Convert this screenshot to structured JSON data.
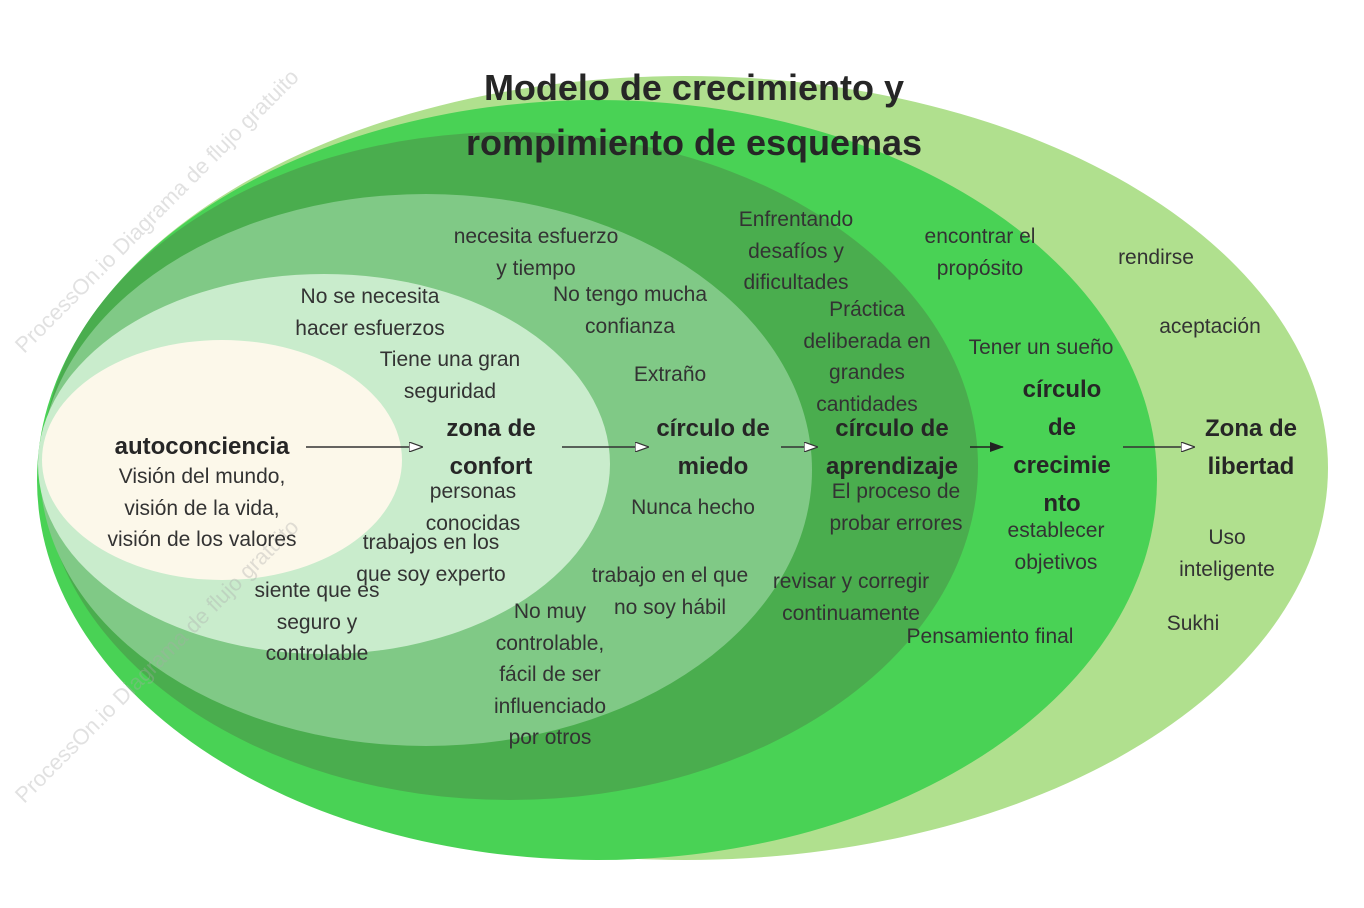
{
  "colors": {
    "libertad": "#b0e08e",
    "crecimiento": "#49d255",
    "aprendizaje": "#4aad4e",
    "miedo": "#80c986",
    "confort": "#c9eccc",
    "autoconciencia": "#fcf8ea",
    "text": "#333333"
  },
  "title": "Modelo de crecimiento y\nrompimiento de esquemas",
  "watermark": "ProcessOn.io Diagrama de flujo gratuito",
  "zones": {
    "autoconciencia": {
      "label": "autoconciencia",
      "items": [
        "Visión del mundo,\nvisión de la vida,\nvisión de los valores"
      ]
    },
    "confort": {
      "label": "zona de\nconfort",
      "items": [
        "No se necesita\nhacer esfuerzos",
        "Tiene una gran\nseguridad",
        "personas\nconocidas",
        "trabajos en los\nque soy experto",
        "siente que es\nseguro y\ncontrolable"
      ]
    },
    "miedo": {
      "label": "círculo de\nmiedo",
      "items": [
        "necesita esfuerzo\ny tiempo",
        "No tengo mucha\nconfianza",
        "Extraño",
        "Nunca hecho",
        "trabajo en el que\nno soy hábil",
        "No muy\ncontrolable,\nfácil de ser\ninfluenciado\npor otros"
      ]
    },
    "aprendizaje": {
      "label": "círculo de\naprendizaje",
      "items": [
        "Enfrentando\ndesafíos y\ndificultades",
        "Práctica\ndeliberada en\ngrandes\ncantidades",
        "El proceso de\nprobar errores",
        "revisar y corregir\ncontinuamente"
      ]
    },
    "crecimiento": {
      "label": "círculo\nde\ncrecimie\nnto",
      "items": [
        "encontrar el\npropósito",
        "Tener un sueño",
        "establecer\nobjetivos",
        "Pensamiento final"
      ]
    },
    "libertad": {
      "label": "Zona de\nlibertad",
      "items": [
        "rendirse",
        "aceptación",
        "Uso inteligente",
        "Sukhi"
      ]
    }
  }
}
